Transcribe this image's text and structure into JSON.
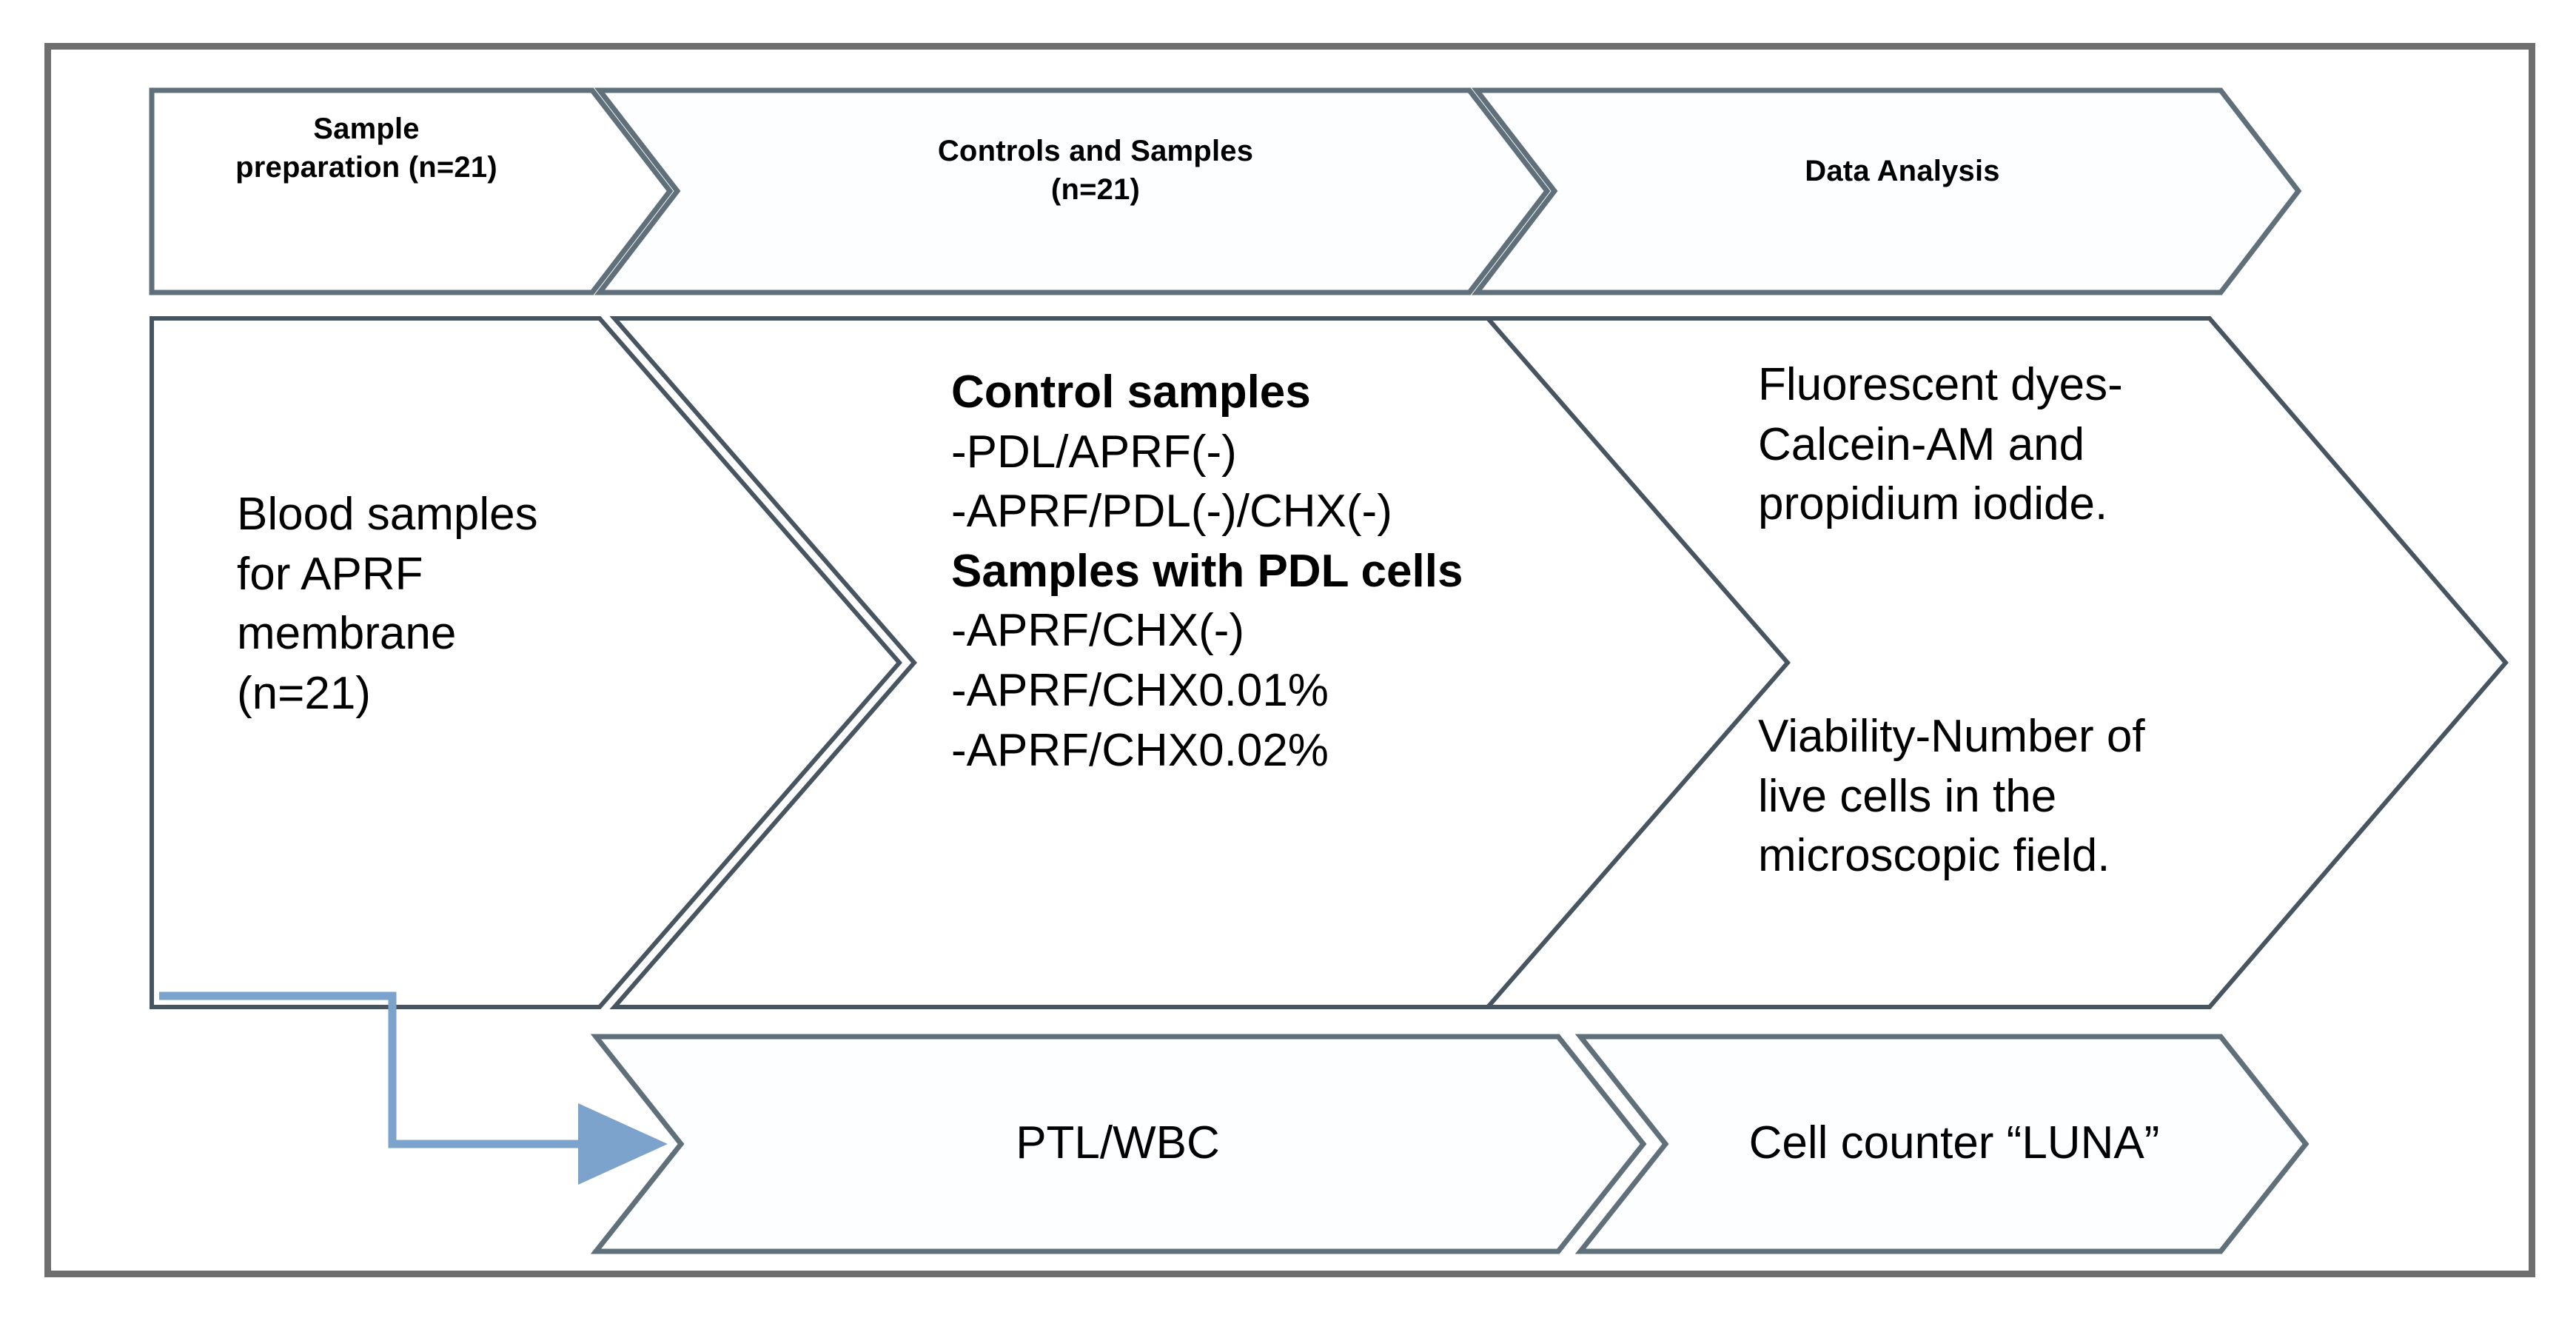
{
  "figure": {
    "type": "process-flow-chevron-diagram",
    "frame_color": "#6e6e6e",
    "chevron_outline_color": "#3f4e57",
    "chevron_fill": "#ffffff",
    "connector_color": "#7ba3cb"
  },
  "header_row": {
    "stages": [
      {
        "id": "stage-1",
        "line1": "Sample",
        "line2": "preparation (n=21)"
      },
      {
        "id": "stage-2",
        "line1": "Controls and Samples",
        "line2": "(n=21)"
      },
      {
        "id": "stage-3",
        "line1": "Data Analysis",
        "line2": ""
      }
    ]
  },
  "body_row": {
    "left": {
      "lines": [
        "Blood samples",
        "for APRF",
        "membrane",
        "(n=21)"
      ]
    },
    "middle": {
      "group1_title": "Control samples",
      "group1_items": [
        "-PDL/APRF(-)",
        "-APRF/PDL(-)/CHX(-)"
      ],
      "group2_title": "Samples with PDL cells",
      "group2_items": [
        "-APRF/CHX(-)",
        "-APRF/CHX0.01%",
        "-APRF/CHX0.02%"
      ]
    },
    "right": {
      "block1": [
        "Fluorescent dyes-",
        "Calcein-AM and",
        "propidium iodide."
      ],
      "block2": [
        "Viability-Number of",
        "live cells in the",
        "microscopic field."
      ]
    }
  },
  "bottom_row": {
    "cells": [
      {
        "id": "bottom-cell-1",
        "label": "PTL/WBC"
      },
      {
        "id": "bottom-cell-2",
        "label": "Cell counter “LUNA”"
      }
    ]
  },
  "connector": {
    "name": "blood-sample-to-ptl-wbc-arrow",
    "from": "Blood samples for APRF membrane (n=21)",
    "to": "PTL/WBC"
  }
}
